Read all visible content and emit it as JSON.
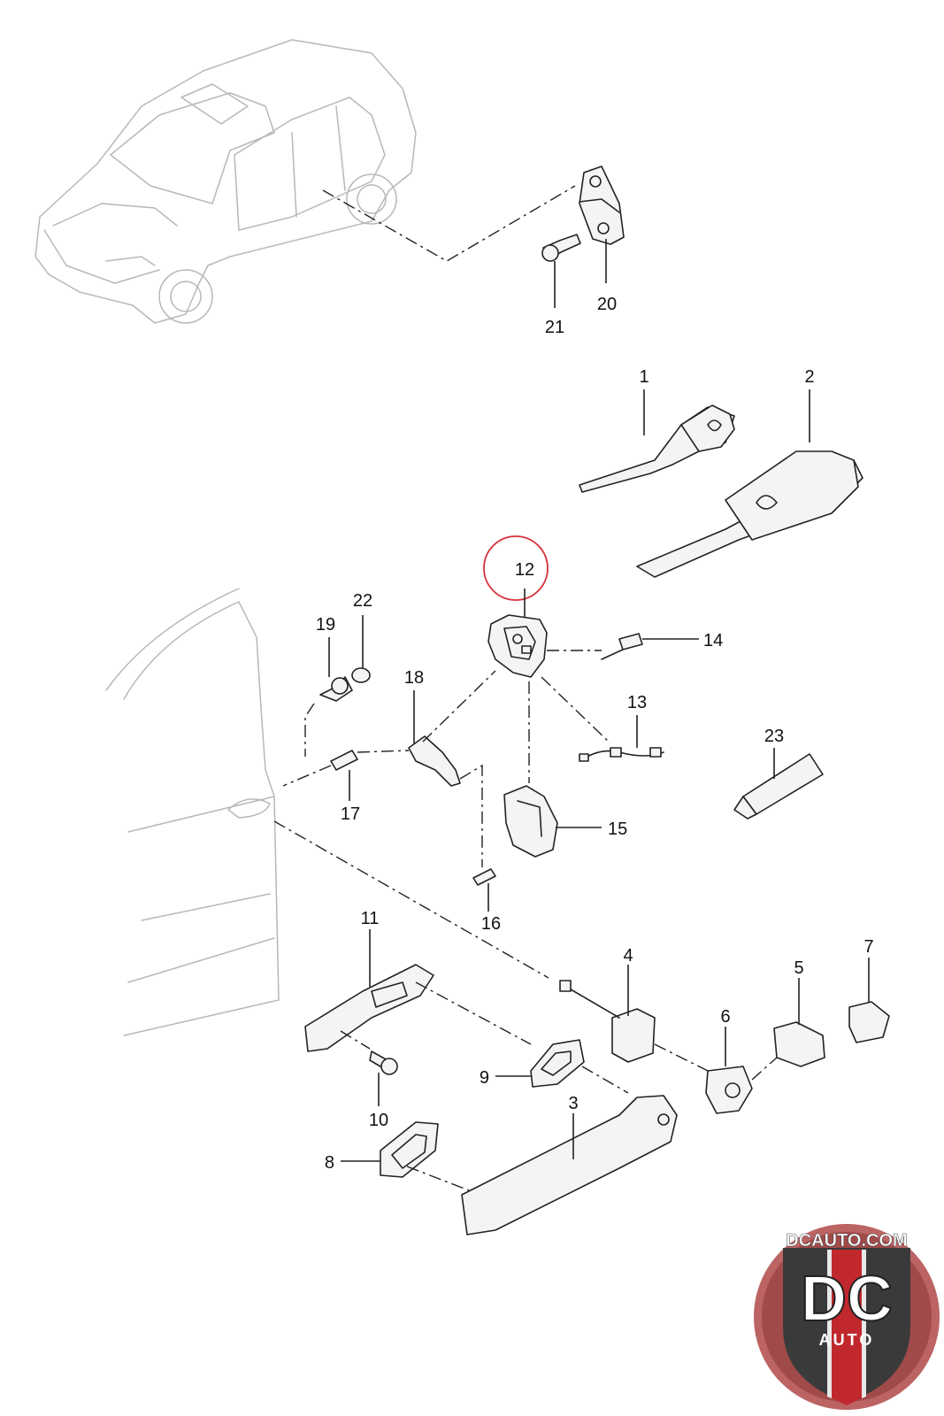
{
  "callouts": {
    "c1": "1",
    "c2": "2",
    "c3": "3",
    "c4": "4",
    "c5": "5",
    "c6": "6",
    "c7": "7",
    "c8": "8",
    "c9": "9",
    "c10": "10",
    "c11": "11",
    "c12": "12",
    "c13": "13",
    "c14": "14",
    "c15": "15",
    "c16": "16",
    "c17": "17",
    "c18": "18",
    "c19": "19",
    "c20": "20",
    "c21": "21",
    "c22": "22",
    "c23": "23"
  },
  "highlight": {
    "callout": "12",
    "color": "#d6323a"
  },
  "watermark": {
    "site": "DCAUTO.COM",
    "monogram": "DC",
    "subtitle": "AUTO",
    "colors": {
      "red": "#c0282e",
      "dark": "#3a3a3a",
      "light": "#e8e8e8"
    }
  }
}
